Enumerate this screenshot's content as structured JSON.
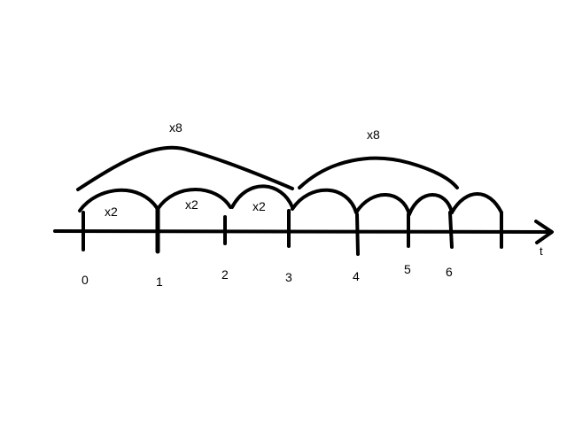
{
  "axis": {
    "label": "t",
    "tick_labels": [
      "0",
      "1",
      "2",
      "3",
      "4",
      "5",
      "6"
    ]
  },
  "small_jumps": [
    {
      "label": "x2"
    },
    {
      "label": "x2"
    },
    {
      "label": "x2"
    }
  ],
  "large_jumps": [
    {
      "label": "x8"
    },
    {
      "label": "x8"
    }
  ],
  "colors": {
    "ink": "#000000",
    "background": "#ffffff"
  }
}
